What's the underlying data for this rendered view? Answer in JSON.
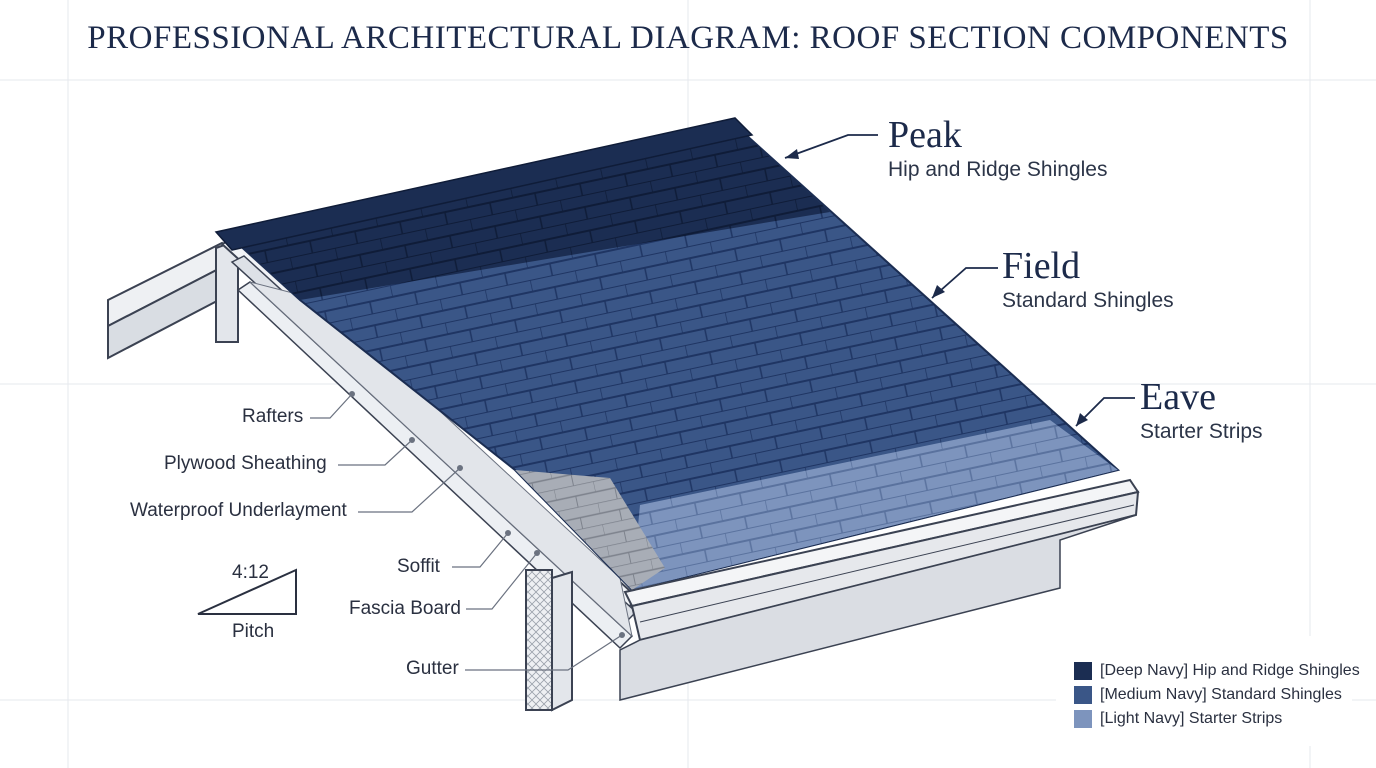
{
  "title": "PROFESSIONAL ARCHITECTURAL DIAGRAM: ROOF SECTION COMPONENTS",
  "callouts": {
    "peak": {
      "heading": "Peak",
      "sub": "Hip and Ridge Shingles"
    },
    "field": {
      "heading": "Field",
      "sub": "Standard Shingles"
    },
    "eave": {
      "heading": "Eave",
      "sub": "Starter Strips"
    }
  },
  "labels": {
    "rafters": "Rafters",
    "plywood": "Plywood Sheathing",
    "underlayment": "Waterproof Underlayment",
    "soffit": "Soffit",
    "fascia": "Fascia Board",
    "gutter": "Gutter"
  },
  "pitch": {
    "ratio": "4:12",
    "label": "Pitch"
  },
  "legend": [
    {
      "text": "[Deep Navy] Hip and Ridge Shingles",
      "color": "#1b2d52"
    },
    {
      "text": "[Medium Navy] Standard Shingles",
      "color": "#3a5687"
    },
    {
      "text": "[Light Navy] Starter Strips",
      "color": "#7d94bd"
    }
  ],
  "colors": {
    "deep_navy": "#1b2d52",
    "medium_navy": "#3a5687",
    "light_navy": "#7d94bd",
    "ink": "#1c2a4a"
  }
}
